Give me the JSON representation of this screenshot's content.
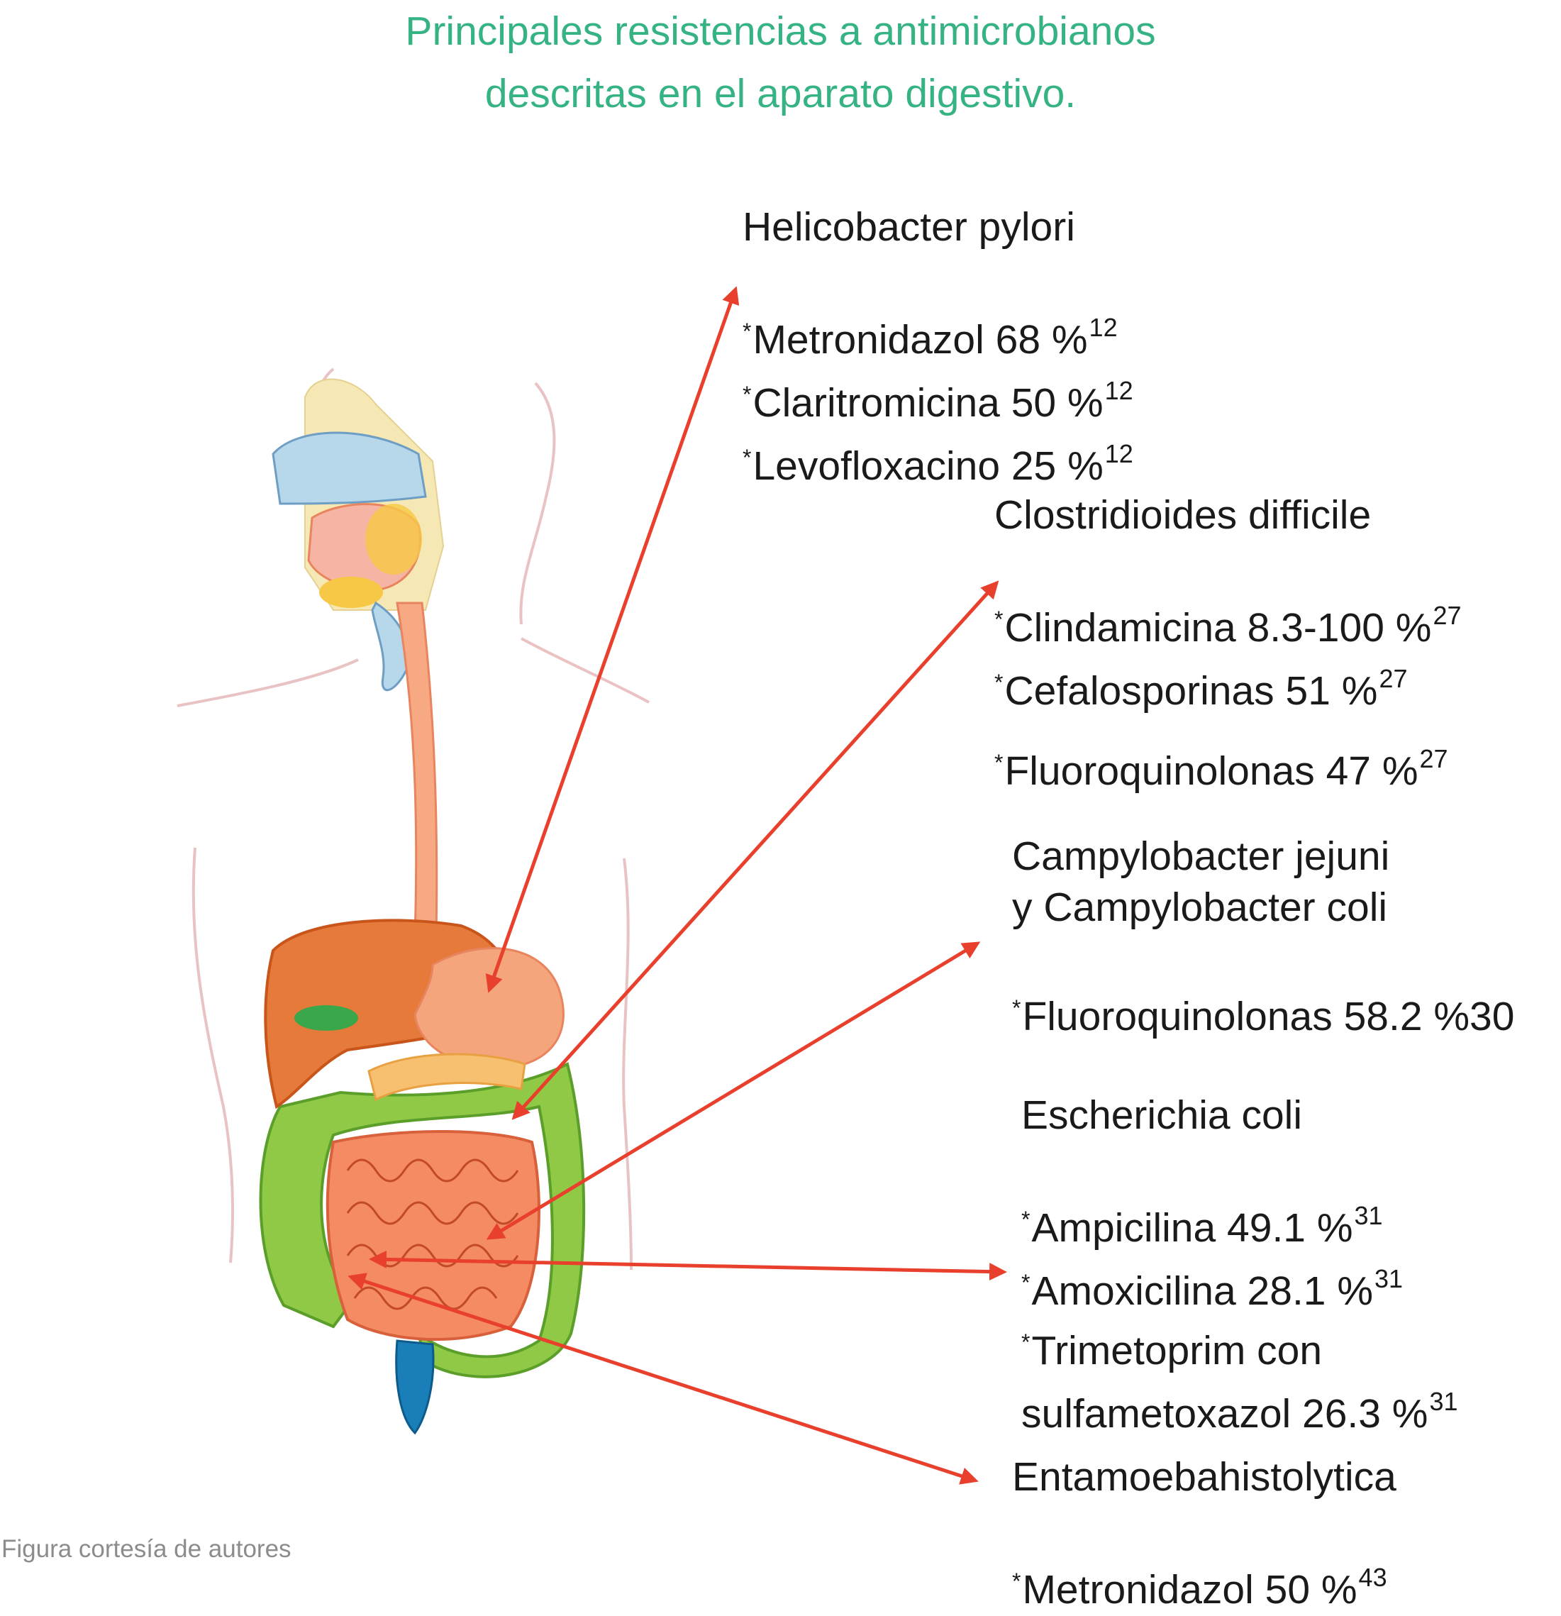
{
  "title": {
    "line1": "Principales resistencias a antimicrobianos",
    "line2": "descritas en el aparato digestivo."
  },
  "marker": "*",
  "colors": {
    "title": "#36b383",
    "arrow": "#e8402c",
    "text": "#1a1a1a",
    "credit": "#8c8c8c"
  },
  "groups": {
    "hpylori": {
      "organism": "Helicobacter pylori",
      "items": [
        {
          "name": "Metronidazol 68 %",
          "ref": "12"
        },
        {
          "name": "Claritromicina 50 %",
          "ref": "12"
        },
        {
          "name": "Levofloxacino 25 %",
          "ref": "12"
        }
      ]
    },
    "cdifficile": {
      "organism": "Clostridioides difficile",
      "items": [
        {
          "name": "Clindamicina 8.3-100 %",
          "ref": "27"
        },
        {
          "name": "Cefalosporinas 51 %",
          "ref": "27"
        },
        {
          "name": "Fluoroquinolonas 47 %",
          "ref": "27"
        }
      ]
    },
    "campylobacter": {
      "organism_line1": "Campylobacter jejuni",
      "organism_line2": "y Campylobacter coli",
      "items": [
        {
          "name": "Fluoroquinolonas 58.2 %",
          "ref": "30"
        }
      ]
    },
    "ecoli": {
      "organism": "Escherichia coli",
      "items": [
        {
          "name": "Ampicilina 49.1 %",
          "ref": "31"
        },
        {
          "name": "Amoxicilina 28.1 %",
          "ref": "31"
        },
        {
          "name_line1": "Trimetoprim con",
          "name_line2": "sulfametoxazol 26.3 %",
          "ref": "31"
        }
      ]
    },
    "ehistolytica": {
      "organism": "Entamoebahistolytica",
      "items": [
        {
          "name": "Metronidazol 50 %",
          "ref": "43"
        }
      ]
    }
  },
  "credit": "Figura cortesía de autores"
}
